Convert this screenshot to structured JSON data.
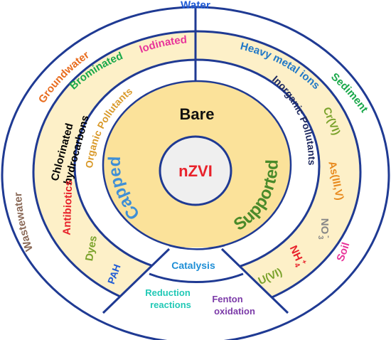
{
  "center": {
    "label": "nZVI",
    "color": "#e8212a"
  },
  "core_ring": {
    "top": "Bare",
    "left": "Capped",
    "right": "Supported"
  },
  "inner_ring": {
    "organic": "Organic Pollutants",
    "inorganic": "Inorganic Pollutants",
    "catalysis": "Catalysis"
  },
  "middle_ring": {
    "chlorinated_line1": "Chlorinated",
    "chlorinated_line2": "hydrocarbons",
    "brominated": "Brominated",
    "iodinated": "Iodinated",
    "antibiotics": "Antibiotics",
    "dyes": "Dyes",
    "pah": "PAH",
    "heavy_metal": "Heavy metal ions",
    "cr": "Cr(VI)",
    "as": "As(III,V)",
    "no3": "NO",
    "no3_sub": "3",
    "no3_sup": "-",
    "nh4": "NH",
    "nh4_sub": "4",
    "nh4_sup": "+",
    "u": "U(VI)",
    "reduction_line1": "Reduction",
    "reduction_line2": "reactions",
    "fenton_line1": "Fenton",
    "fenton_line2": "oxidation"
  },
  "outer_ring": {
    "water": "Water",
    "groundwater": "Groundwater",
    "wastewater": "Wastewater",
    "sediment": "Sediment",
    "soil": "Soil"
  },
  "colors": {
    "ring_fill": "#fdf0c8",
    "core_fill": "#fbe29a",
    "center_fill": "#efefef",
    "line": "#1f3a93"
  }
}
